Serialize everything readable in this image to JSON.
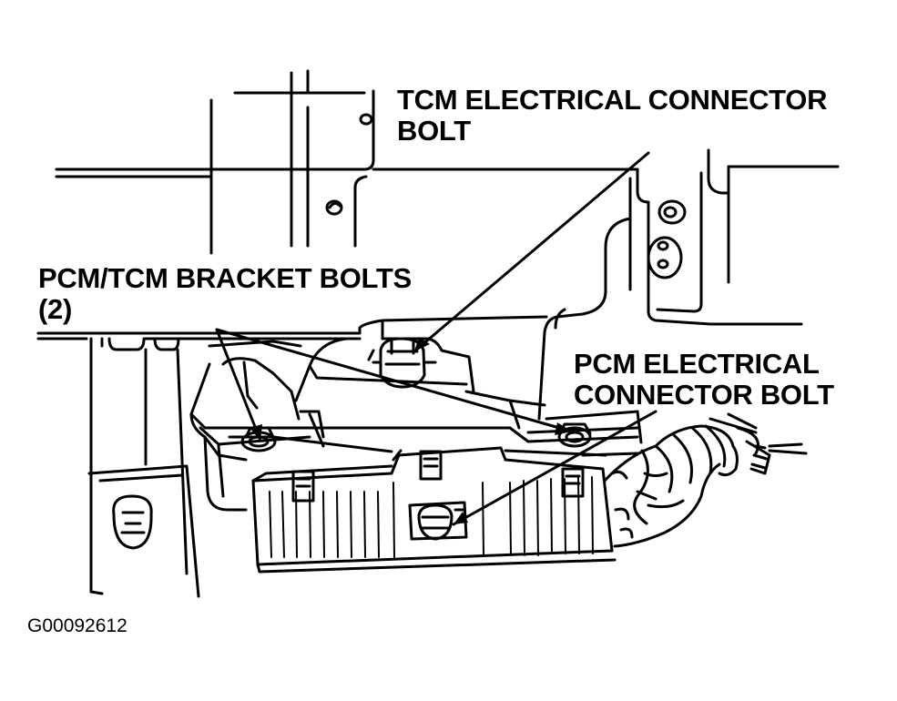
{
  "labels": {
    "tcm_connector_line1": "TCM ELECTRICAL CONNECTOR",
    "tcm_connector_line2": "BOLT",
    "bracket_line1": "PCM/TCM BRACKET BOLTS",
    "bracket_line2": "(2)",
    "pcm_connector_line1": "PCM ELECTRICAL",
    "pcm_connector_line2": "CONNECTOR BOLT"
  },
  "figure_id": "G00092612",
  "colors": {
    "ink": "#000000",
    "paper": "#ffffff"
  }
}
